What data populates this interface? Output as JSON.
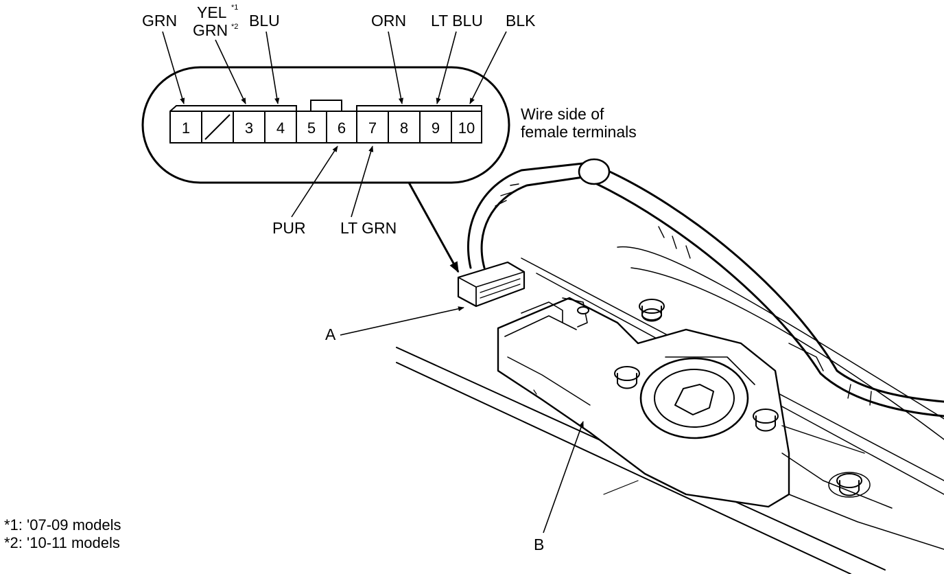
{
  "connector": {
    "pins": [
      "1",
      "",
      "3",
      "4",
      "5",
      "6",
      "7",
      "8",
      "9",
      "10"
    ],
    "wire_side_label": [
      "Wire side of",
      "female terminals"
    ]
  },
  "wires": {
    "pin1": "GRN",
    "pin3_a": "YEL",
    "pin3_a_mark": "*1",
    "pin3_b": "GRN",
    "pin3_b_mark": "*2",
    "pin4": "BLU",
    "pin6": "PUR",
    "pin7": "LT GRN",
    "pin8": "ORN",
    "pin9": "LT BLU",
    "pin10": "BLK"
  },
  "callouts": {
    "a": "A",
    "b": "B"
  },
  "footnotes": [
    "*1: '07-09 models",
    "*2: '10-11 models"
  ]
}
